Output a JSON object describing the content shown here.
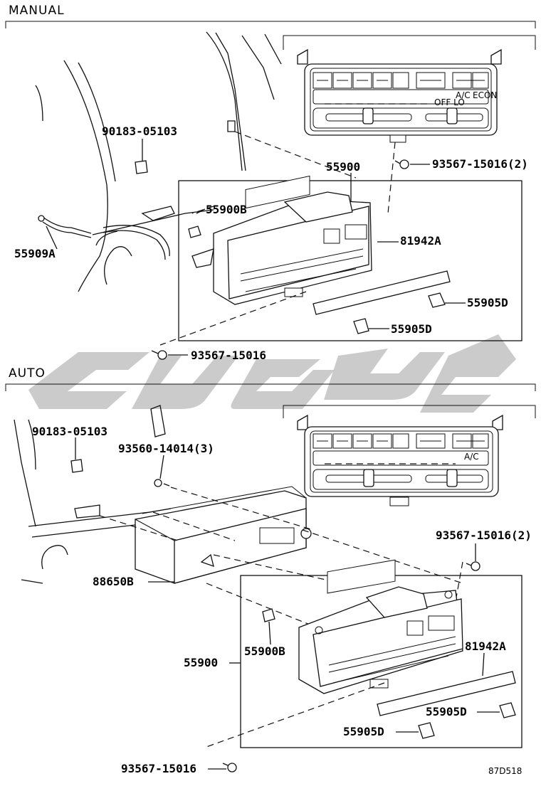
{
  "sections": {
    "manual": "MANUAL",
    "auto": "AUTO"
  },
  "manual": {
    "p_90183": "90183-05103",
    "p_55900": "55900",
    "p_93567_2": "93567-15016(2)",
    "p_55900b": "55900B",
    "p_55909a": "55909A",
    "p_81942a": "81942A",
    "p_55905d_1": "55905D",
    "p_55905d_2": "55905D",
    "p_93567": "93567-15016",
    "panel_labels": {
      "ac": "A/C",
      "econ": "ECON",
      "off": "OFF LO"
    }
  },
  "auto": {
    "p_90183": "90183-05103",
    "p_93560": "93560-14014(3)",
    "p_93567_2": "93567-15016(2)",
    "p_88650b": "88650B",
    "p_55900": "55900",
    "p_55900b": "55900B",
    "p_81942a": "81942A",
    "p_55905d_1": "55905D",
    "p_55905d_2": "55905D",
    "p_93567": "93567-15016",
    "panel_labels": {
      "ac": "A/C"
    }
  },
  "ref_code": "87D518",
  "colors": {
    "line": "#111111",
    "watermark": "#bdbdbd"
  }
}
